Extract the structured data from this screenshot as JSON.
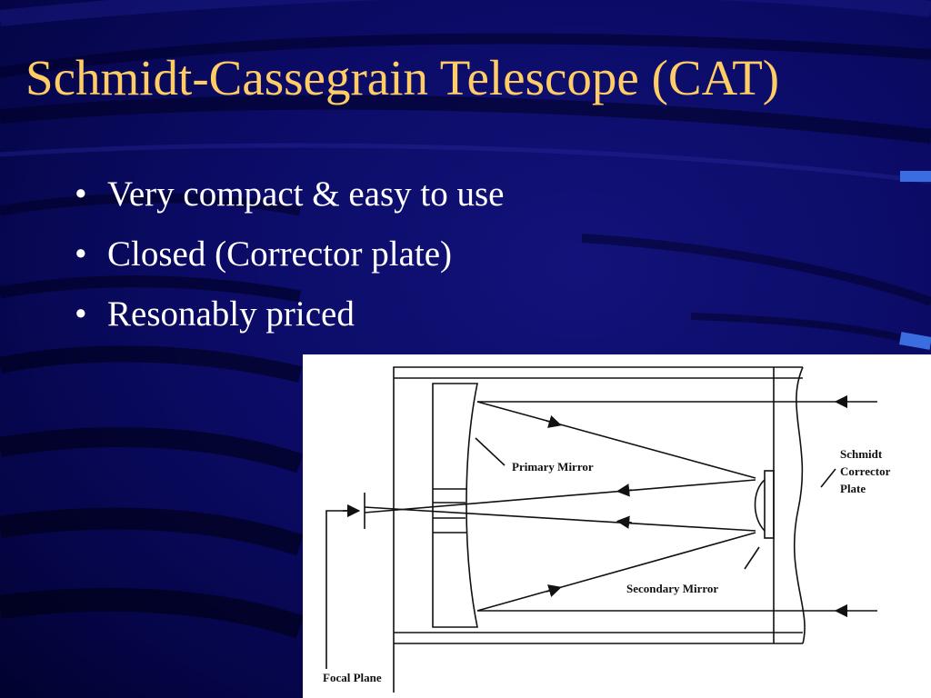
{
  "slide": {
    "title": "Schmidt-Cassegrain Telescope (CAT)",
    "bullet_symbol": "•",
    "bullets": [
      "Very compact & easy to use",
      "Closed (Corrector plate)",
      "Resonably priced"
    ]
  },
  "diagram": {
    "labels": {
      "primary_mirror": "Primary Mirror",
      "secondary_mirror": "Secondary Mirror",
      "corrector_line1": "Schmidt",
      "corrector_line2": "Corrector",
      "corrector_line3": "Plate",
      "focal_plane": "Focal Plane"
    }
  },
  "colors": {
    "background": "#0b0b66",
    "title": "#ffcc66",
    "bullet_text": "#ffffff",
    "accent_tabs": "#3a6ee0"
  }
}
